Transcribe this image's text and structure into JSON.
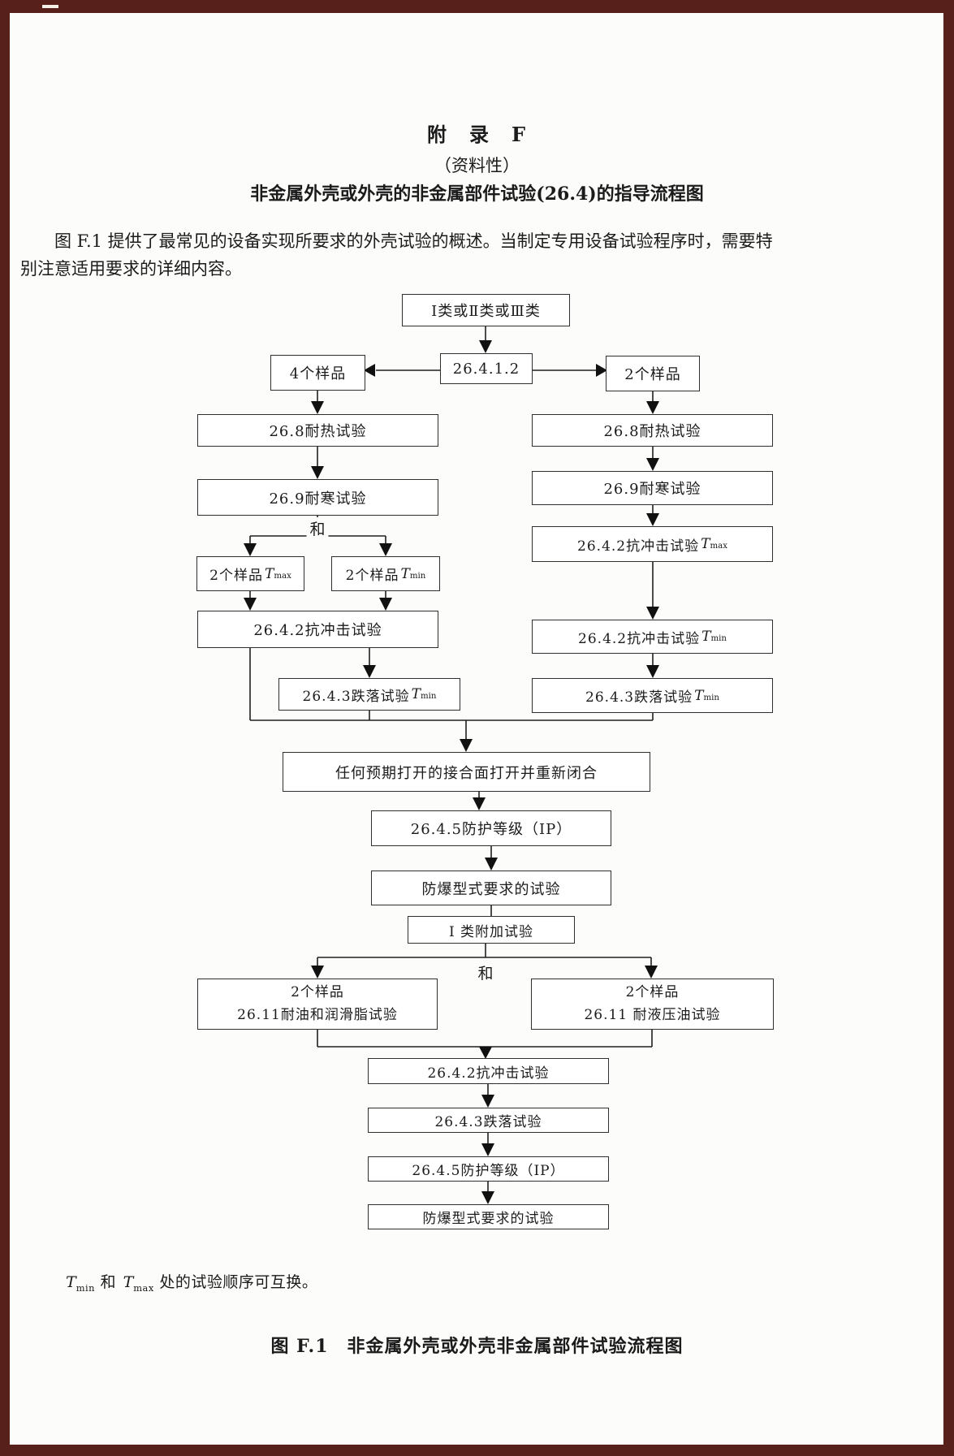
{
  "header": {
    "appendix_title": "附　录　F",
    "appendix_type": "（资料性）",
    "heading": "非金属外壳或外壳的非金属部件试验(26.4)的指导流程图",
    "paragraph_line1": "图 F.1 提供了最常见的设备实现所要求的外壳试验的概述。当制定专用设备试验程序时，需要特",
    "paragraph_line2": "别注意适用要求的详细内容。"
  },
  "flowchart": {
    "labels": {
      "and": "和"
    },
    "nodes": {
      "class_box": {
        "label": "Ⅰ类或Ⅱ类或Ⅲ类"
      },
      "ref26412": {
        "label": "26.4.1.2"
      },
      "samples4": {
        "label": "4个样品"
      },
      "samples2": {
        "label": "2个样品"
      },
      "l_heat": {
        "label": "26.8耐热试验"
      },
      "l_cold": {
        "label": "26.9耐寒试验"
      },
      "lt_max": {
        "label": "2个样品",
        "tvar": "T",
        "tsub": "max"
      },
      "lt_min": {
        "label": "2个样品",
        "tvar": "T",
        "tsub": "min"
      },
      "l_impact": {
        "label": "26.4.2抗冲击试验"
      },
      "l_drop": {
        "label": "26.4.3跌落试验",
        "tvar": "T",
        "tsub": "min"
      },
      "r_heat": {
        "label": "26.8耐热试验"
      },
      "r_cold": {
        "label": "26.9耐寒试验"
      },
      "r_impact_max": {
        "label": "26.4.2抗冲击试验",
        "tvar": "T",
        "tsub": "max"
      },
      "r_impact_min": {
        "label": "26.4.2抗冲击试验",
        "tvar": "T",
        "tsub": "min"
      },
      "r_drop": {
        "label": "26.4.3跌落试验",
        "tvar": "T",
        "tsub": "min"
      },
      "joint": {
        "label": "任何预期打开的接合面打开并重新闭合"
      },
      "ip1": {
        "label": "26.4.5防护等级（IP）"
      },
      "ex1": {
        "label": "防爆型式要求的试验"
      },
      "class1_extra": {
        "label": "Ⅰ 类附加试验"
      },
      "b_oil": {
        "line1": "2个样品",
        "line2": "26.11耐油和润滑脂试验"
      },
      "b_hyd": {
        "line1": "2个样品",
        "line2": "26.11 耐液压油试验"
      },
      "c_impact": {
        "label": "26.4.2抗冲击试验"
      },
      "c_drop": {
        "label": "26.4.3跌落试验"
      },
      "c_ip": {
        "label": "26.4.5防护等级（IP）"
      },
      "c_ex": {
        "label": "防爆型式要求的试验"
      }
    },
    "footnote": {
      "t1": "T",
      "s1": "min",
      "mid": " 和 ",
      "t2": "T",
      "s2": "max",
      "rest": " 处的试验顺序可互换。"
    },
    "caption": "图 F.1　非金属外壳或外壳非金属部件试验流程图"
  }
}
